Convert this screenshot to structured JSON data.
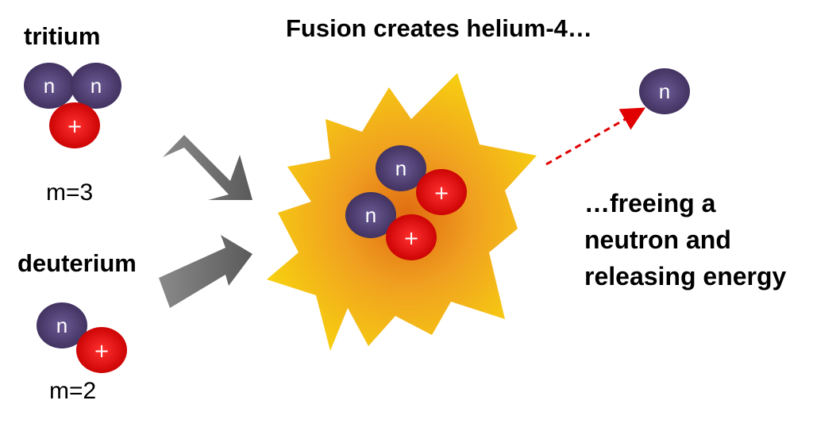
{
  "diagram": {
    "headline": "Fusion creates helium-4…",
    "tritium": {
      "label": "tritium",
      "mass": "m=3"
    },
    "deuterium": {
      "label": "deuterium",
      "mass": "m=2"
    },
    "caption_lines": [
      "…freeing a",
      "neutron and",
      "releasing energy"
    ],
    "neutron_symbol": "n",
    "proton_symbol": "+",
    "colors": {
      "neutron": "#4a3a6b",
      "proton": "#e00000",
      "arrow": "#666666",
      "burst_outer": "#f5c400",
      "burst_inner": "#e88a10",
      "dashed_arrow": "#e00000"
    }
  }
}
